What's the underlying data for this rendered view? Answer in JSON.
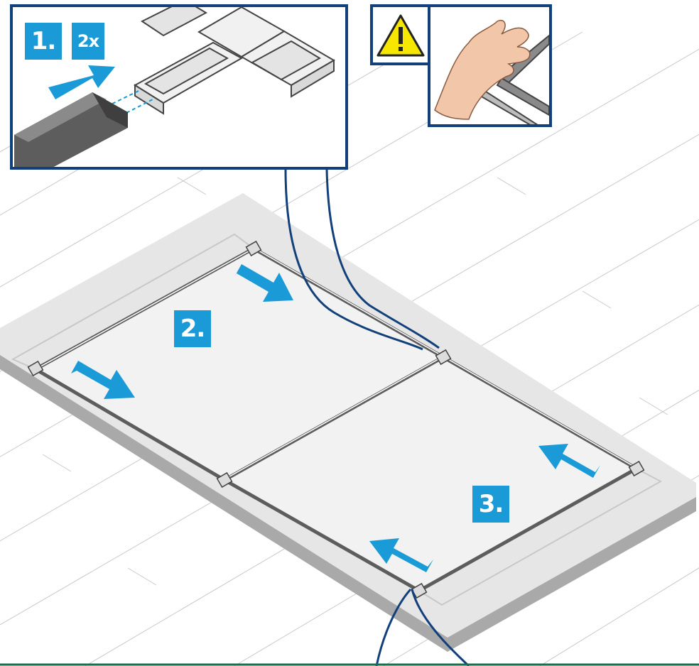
{
  "steps": {
    "step1": "1.",
    "step1_quantity": "2x",
    "step2": "2.",
    "step3": "3."
  },
  "icons": {
    "warning": "warning-triangle-icon",
    "hand": "hand-caution-icon",
    "arrows": "push-arrow-icon"
  },
  "colors": {
    "accent": "#1a9ad6",
    "frame_border": "#12407a",
    "warning_yellow": "#f7e600",
    "mat": "#e6e6e6",
    "mat_shadow": "#a9a9a9",
    "profile": "#5d5d5d"
  }
}
